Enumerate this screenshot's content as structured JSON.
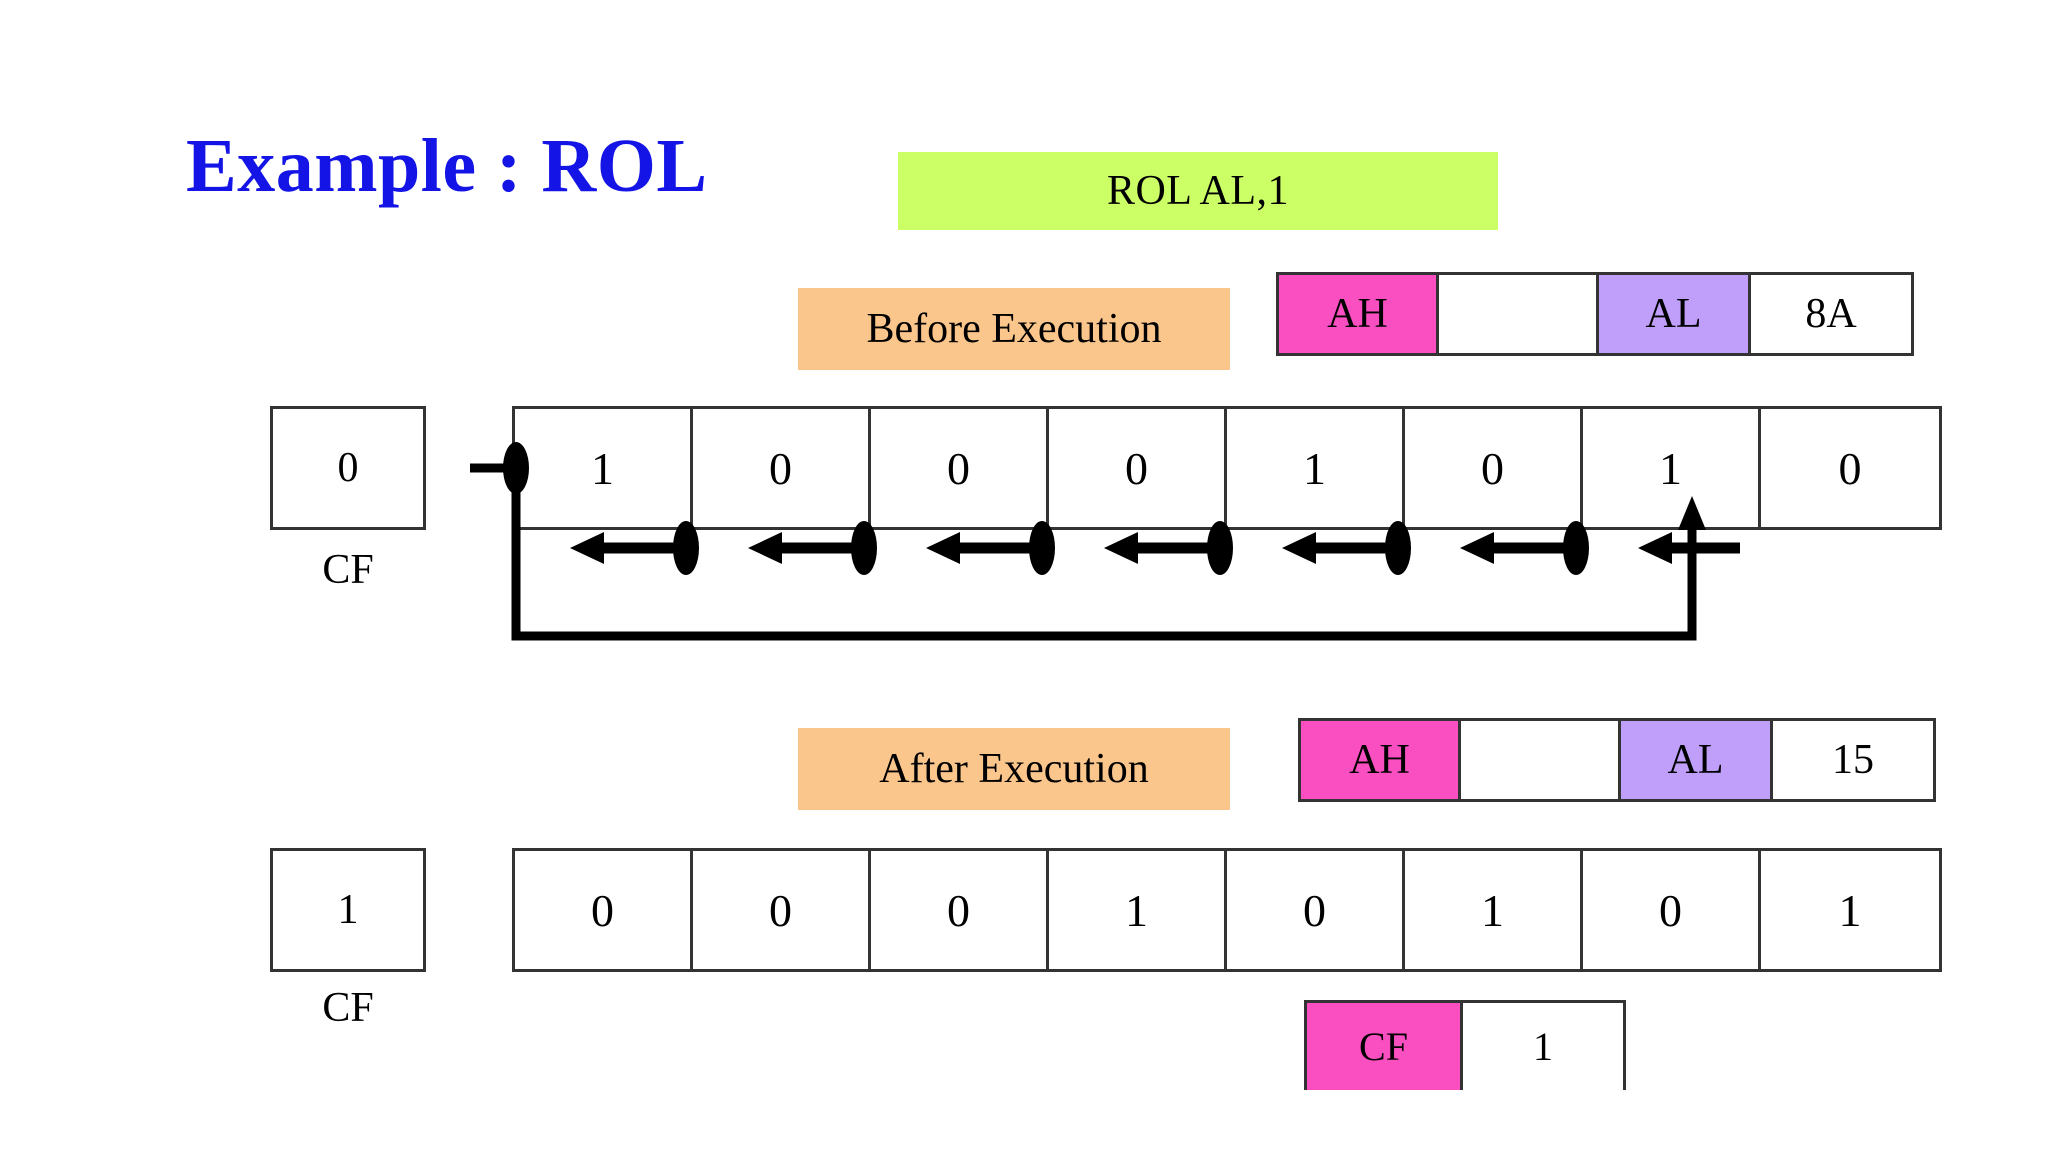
{
  "slide": {
    "title": "Example : ROL",
    "title_color": "#1414e6",
    "instruction": "ROL AL,1",
    "instruction_bg": "#ccff66"
  },
  "palette": {
    "orange_label": "#fbc68c",
    "pink_register": "#fa4fc0",
    "purple_register": "#c09ffa",
    "green_chip": "#ccff66",
    "title_blue": "#1414e6",
    "border": "#333333"
  },
  "before": {
    "label": "Before Execution",
    "registers": [
      {
        "name": "AH",
        "kind": "name-ah"
      },
      {
        "name": "",
        "kind": "blank"
      },
      {
        "name": "AL",
        "kind": "name-al"
      },
      {
        "name": "8A",
        "kind": "value"
      }
    ],
    "register_high_label": "AH",
    "register_high_value": "",
    "register_low_label": "AL",
    "register_low_value": "8A",
    "cf_value": "0",
    "cf_caption": "CF",
    "bits": [
      "1",
      "0",
      "0",
      "0",
      "1",
      "0",
      "1",
      "0"
    ]
  },
  "after": {
    "label": "After Execution",
    "registers": [
      {
        "name": "AH",
        "kind": "name-ah"
      },
      {
        "name": "",
        "kind": "blank"
      },
      {
        "name": "AL",
        "kind": "name-al"
      },
      {
        "name": "15",
        "kind": "value"
      }
    ],
    "register_high_label": "AH",
    "register_high_value": "",
    "register_low_label": "AL",
    "register_low_value": "15",
    "cf_value": "1",
    "cf_caption": "CF",
    "bits": [
      "0",
      "0",
      "0",
      "1",
      "0",
      "1",
      "0",
      "1"
    ]
  },
  "cf_flag": {
    "label": "CF",
    "value": "1"
  },
  "rotate_diagram": {
    "arrow_count": 7,
    "direction": "left",
    "wrap_around": true,
    "carry_tap": true
  }
}
